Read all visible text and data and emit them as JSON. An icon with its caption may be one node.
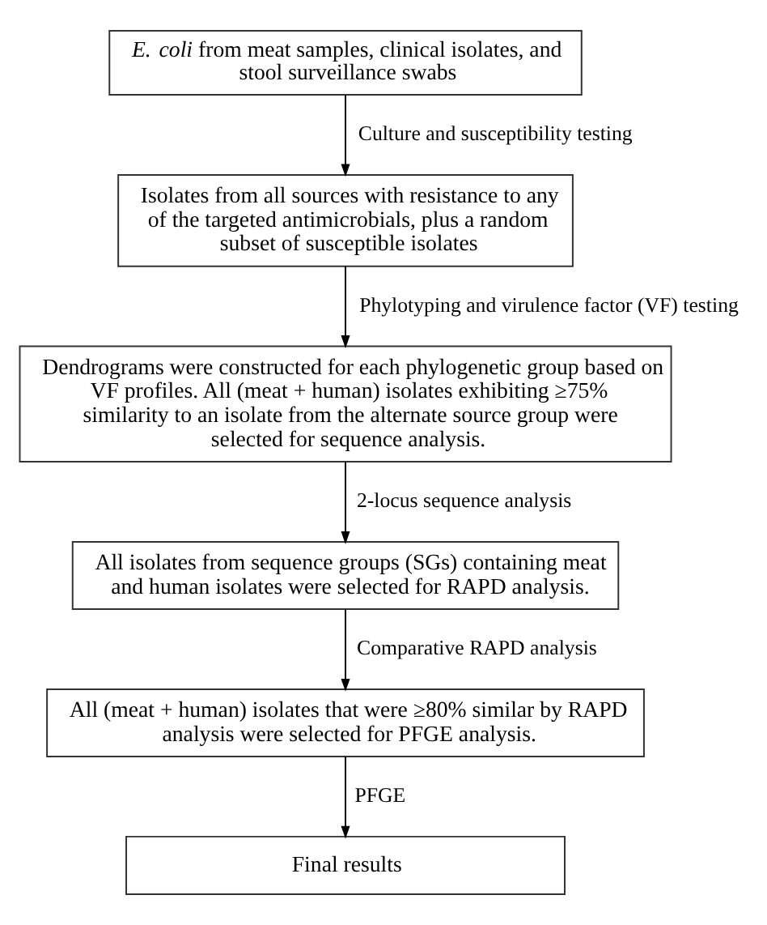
{
  "diagram": {
    "nodes": [
      {
        "text": [
          "*E. coli* from meat samples, clinical isolates, and stool surveillance swabs"
        ]
      },
      {
        "text": [
          "Isolates from all sources with resistance to any of the targeted antimicrobials, plus a random subset of susceptible isolates"
        ]
      },
      {
        "text": [
          "Dendrograms were constructed for each phylogenetic group based on VF profiles. All (meat + human) isolates exhibiting ≥75% similarity to an isolate from the alternate source group were selected for sequence analysis."
        ]
      },
      {
        "text": [
          "All isolates from sequence groups (SGs) containing meat and human isolates were selected for RAPD analysis."
        ]
      },
      {
        "text": [
          "All (meat + human) isolates that were ≥80% similar by RAPD analysis were selected for PFGE analysis."
        ]
      },
      {
        "text": [
          "Final results"
        ]
      }
    ],
    "edges": [
      {
        "from": 0,
        "to": 1,
        "arrow": "to",
        "label": "Culture and susceptibility testing"
      },
      {
        "from": 1,
        "to": 2,
        "arrow": "to",
        "label": "Phylotyping and virulence factor (VF) testing"
      },
      {
        "from": 2,
        "to": 3,
        "arrow": "to",
        "label": "2-locus sequence analysis"
      },
      {
        "from": 3,
        "to": 4,
        "arrow": "to",
        "label": "Comparative RAPD analysis"
      },
      {
        "from": 4,
        "to": 5,
        "arrow": "to",
        "label": "PFGE"
      }
    ]
  }
}
